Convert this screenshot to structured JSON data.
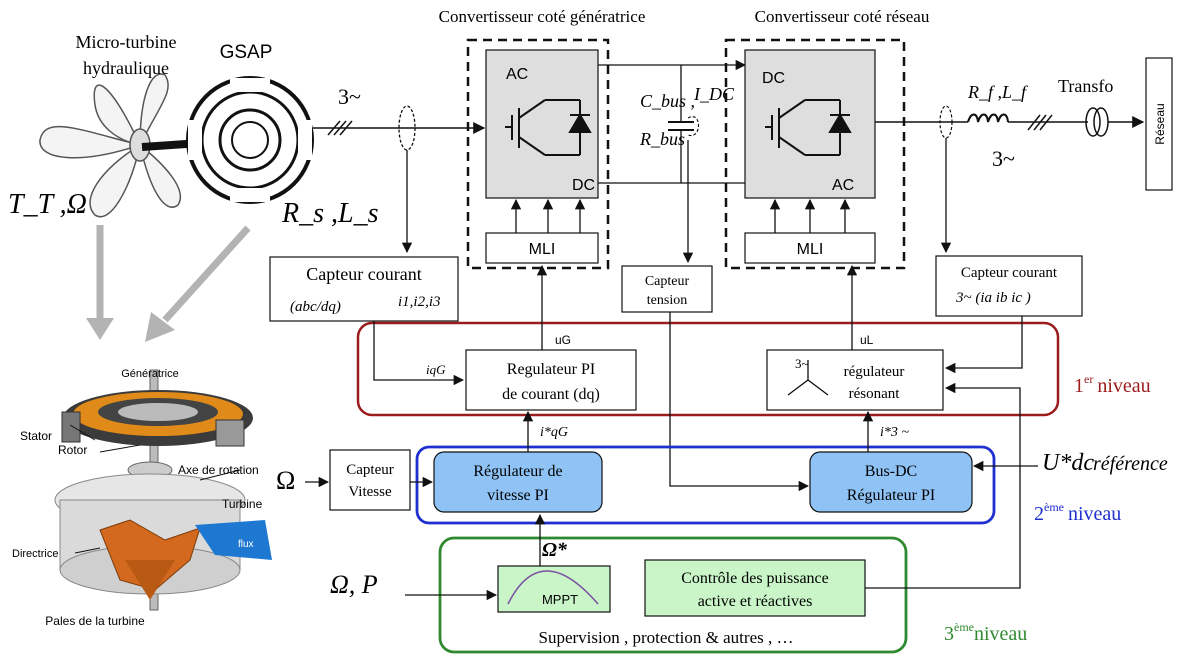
{
  "left": {
    "turbine_label": [
      "Micro-turbine",
      "hydraulique"
    ],
    "generator_label": "GSAP",
    "torque_label": "T_T ,Ω",
    "rs_label": "R_s ,L_s",
    "three_phase": "3~",
    "exploded": {
      "generatrice": "Génératrice",
      "stator": "Stator",
      "rotor": "Rotor",
      "axe": "Axe de rotation",
      "turbine": "Turbine",
      "directrice": "Directrice",
      "flux": "flux",
      "pales": "Pales de la turbine"
    }
  },
  "converters": {
    "gen_title": "Convertisseur coté génératrice",
    "grid_title": "Convertisseur coté réseau",
    "gen_ac": "AC",
    "gen_dc": "DC",
    "grid_dc": "DC",
    "grid_ac": "AC",
    "mli1": "MLI",
    "mli2": "MLI",
    "cbus": "C_bus ,",
    "rbus": "R_bus",
    "idc": "I_DC"
  },
  "grid": {
    "rf_lf": "R_f ,L_f",
    "transfo": "Transfo",
    "reseau": "Réseau",
    "three_phase": "3~"
  },
  "sensors": {
    "capteur_courant_1": "Capteur courant",
    "abc_dq": "(abc/dq)",
    "i123": "i1,i2,i3",
    "capteur_tension": [
      "Capteur",
      "tension"
    ],
    "capteur_courant_2": "Capteur courant",
    "iabc": "3~ (ia  ib  ic )",
    "capteur_vitesse": [
      "Capteur",
      "Vitesse"
    ]
  },
  "level1": {
    "ug": "uG",
    "ul": "uL",
    "iqG": "iqG",
    "pi_courant": [
      "Regulateur PI",
      "de courant   (dq)"
    ],
    "resonant": [
      "régulateur",
      "résonant"
    ],
    "resonant_tag": "3~",
    "label_sup": "er",
    "label": "1",
    "label_word": "niveau"
  },
  "level2": {
    "iqG_ref": "i*qG",
    "i3_ref": "i*3 ~",
    "reg_vitesse": [
      "Régulateur de",
      "vitesse  PI"
    ],
    "bus_dc": [
      "Bus-DC",
      "Régulateur PI"
    ],
    "udc_ref": "U*dc",
    "reference": "référence",
    "omega": "Ω",
    "label": "2",
    "label_sup": "ème",
    "label_word": "niveau"
  },
  "level3": {
    "omega_ref": "Ω*",
    "omega_p": "Ω, P",
    "mppt": "MPPT",
    "controle": [
      "Contrôle des puissance",
      "active et réactives"
    ],
    "supervision": "Supervision  , protection & autres  , …",
    "label": "3",
    "label_sup": "ème",
    "label_word": "niveau"
  },
  "colors": {
    "level1": "#9b1c1c",
    "level2": "#1f2fd0",
    "level3": "#2f8a2f",
    "blue_box": "#8fc3f5",
    "green_box": "#c9f5c9",
    "converter_fill": "#dedede"
  }
}
